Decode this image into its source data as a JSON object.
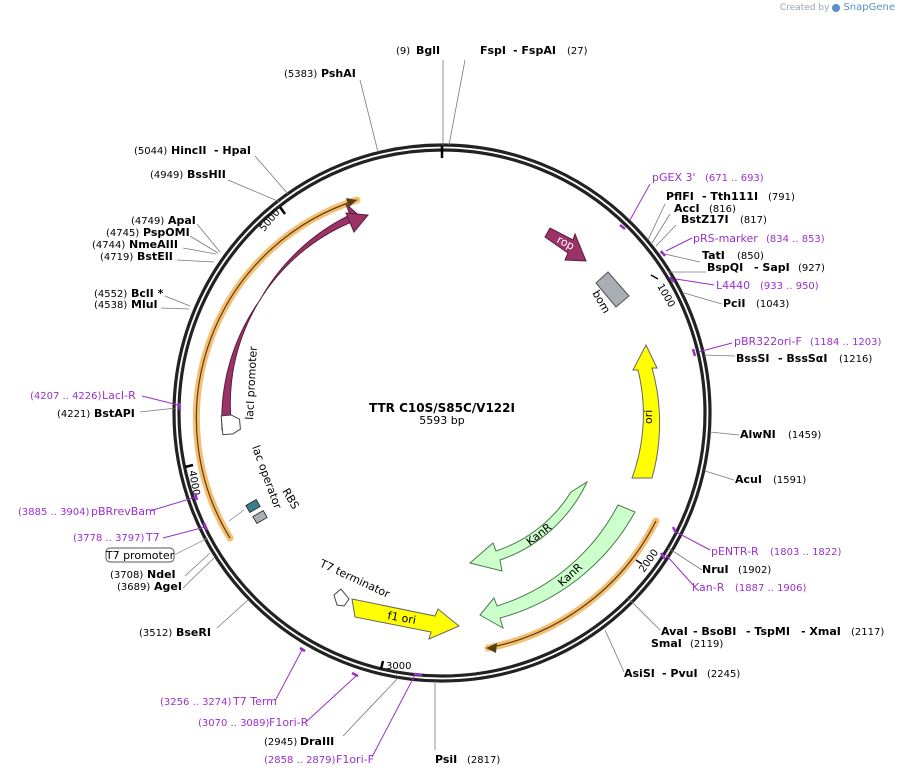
{
  "credit": {
    "created_by": "Created by",
    "brand": "SnapGene"
  },
  "plasmid": {
    "name": "TTR C10S/S85C/V122I",
    "length_label": "5593 bp"
  },
  "ticks": [
    "1000",
    "2000",
    "3000",
    "4000",
    "5000"
  ],
  "enzymes": [
    {
      "pos": "(9)",
      "name": "BglI"
    },
    {
      "name": "FspI",
      "name2": "FspAI",
      "pos": "(27)"
    },
    {
      "pos": "(5383)",
      "name": "PshAI"
    },
    {
      "pos": "(5044)",
      "name": "HincII",
      "name2": "HpaI"
    },
    {
      "pos": "(4949)",
      "name": "BssHII"
    },
    {
      "pos": "(4749)",
      "name": "ApaI"
    },
    {
      "pos": "(4745)",
      "name": "PspOMI"
    },
    {
      "pos": "(4744)",
      "name": "NmeAIII"
    },
    {
      "pos": "(4719)",
      "name": "BstEII"
    },
    {
      "pos": "(4552)",
      "name": "BclI *"
    },
    {
      "pos": "(4538)",
      "name": "MluI"
    },
    {
      "pos": "(4221)",
      "name": "BstAPI"
    },
    {
      "pos": "(3708)",
      "name": "NdeI"
    },
    {
      "pos": "(3689)",
      "name": "AgeI"
    },
    {
      "pos": "(3512)",
      "name": "BseRI"
    },
    {
      "pos": "(2945)",
      "name": "DraIII"
    },
    {
      "name": "PsiI",
      "pos": "(2817)"
    },
    {
      "name": "PflFI",
      "name2": "Tth111I",
      "pos": "(791)"
    },
    {
      "name": "AccI",
      "pos": "(816)"
    },
    {
      "name": "BstZ17I",
      "pos": "(817)"
    },
    {
      "name": "TatI",
      "pos": "(850)"
    },
    {
      "name": "BspQI",
      "name2": "SapI",
      "pos": "(927)"
    },
    {
      "name": "PciI",
      "pos": "(1043)"
    },
    {
      "name": "BssSI",
      "name2": "BssSαI",
      "pos": "(1216)"
    },
    {
      "name": "AlwNI",
      "pos": "(1459)"
    },
    {
      "name": "AcuI",
      "pos": "(1591)"
    },
    {
      "name": "NruI",
      "pos": "(1902)"
    },
    {
      "name": "AvaI",
      "name2": "BsoBI",
      "name3": "TspMI",
      "name4": "XmaI",
      "pos": "(2117)"
    },
    {
      "name": "SmaI",
      "pos": "(2119)"
    },
    {
      "name": "AsiSI",
      "name2": "PvuI",
      "pos": "(2245)"
    }
  ],
  "primers": [
    {
      "name": "pGEX 3'",
      "range": "(671 .. 693)"
    },
    {
      "name": "pRS-marker",
      "range": "(834 .. 853)"
    },
    {
      "name": "L4440",
      "range": "(933 .. 950)"
    },
    {
      "name": "pBR322ori-F",
      "range": "(1184 .. 1203)"
    },
    {
      "name": "pENTR-R",
      "range": "(1803 .. 1822)"
    },
    {
      "name": "Kan-R",
      "range": "(1887 .. 1906)"
    },
    {
      "name": "LacI-R",
      "range": "(4207 .. 4226)"
    },
    {
      "name": "pBRrevBam",
      "range": "(3885 .. 3904)"
    },
    {
      "name": "T7",
      "range": "(3778 .. 3797)"
    },
    {
      "name": "T7 Term",
      "range": "(3256 .. 3274)"
    },
    {
      "name": "F1ori-R",
      "range": "(3070 .. 3089)"
    },
    {
      "name": "F1ori-F",
      "range": "(2858 .. 2879)"
    }
  ],
  "features": {
    "rop": "rop",
    "bom": "bom",
    "ori": "ori",
    "kanr1": "KanR",
    "kanr2": "KanR",
    "f1ori": "f1 ori",
    "t7term": "T7 terminator",
    "laci": "lacI",
    "laci_promoter": "lacI promoter",
    "lac_operator": "lac operator",
    "rbs": "RBS",
    "t7_promoter": "T7 promoter"
  },
  "colors": {
    "backbone": "#222222",
    "primer": "#9b30c9",
    "rop": "#9b3368",
    "laci": "#9b3368",
    "ori": "#ffff00",
    "kanr": "#ccffcc",
    "f1ori": "#ffff00",
    "bom": "#a9adb4",
    "orf_track": "#f2b45a",
    "lac_operator": "#3d7d8e"
  }
}
